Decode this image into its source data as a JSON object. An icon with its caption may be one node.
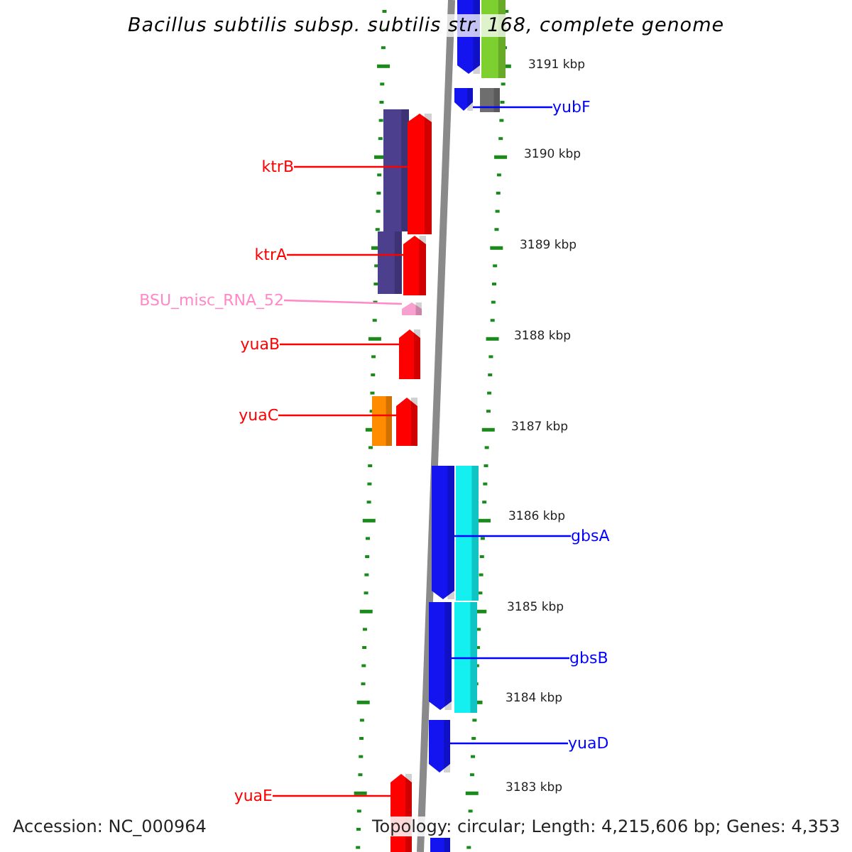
{
  "diagram": {
    "title": "Bacillus subtilis subsp. subtilis str. 168, complete genome",
    "nodes": [
      {
        "text": [],
        "shape": "bar"
      },
      {
        "text": [],
        "shape": "bar"
      },
      {
        "text": [],
        "shape": "bar"
      },
      {
        "text": [],
        "shape": "bar"
      },
      {
        "text": [
          "yubF"
        ]
      },
      {
        "text": [
          "ktrB"
        ]
      },
      {
        "text": [],
        "shape": "bar"
      },
      {
        "text": [],
        "shape": "bar"
      },
      {
        "text": [],
        "shape": "bar"
      },
      {
        "text": [
          "ktrA"
        ]
      },
      {
        "text": [],
        "shape": "bar"
      },
      {
        "text": [
          "BSU_misc_RNA_52"
        ]
      },
      {
        "text": [],
        "shape": "bar"
      },
      {
        "text": [
          "yuaB"
        ]
      },
      {
        "text": [],
        "shape": "bar"
      },
      {
        "text": [
          "yuaC"
        ]
      },
      {
        "text": [],
        "shape": "bar"
      },
      {
        "text": [],
        "shape": "bar"
      },
      {
        "text": [],
        "shape": "bar"
      },
      {
        "text": [],
        "shape": "bar"
      },
      {
        "text": [
          "gbsA"
        ]
      },
      {
        "text": [],
        "shape": "bar"
      },
      {
        "text": [],
        "shape": "bar"
      },
      {
        "text": [
          "gbsB"
        ]
      },
      {
        "text": [],
        "shape": "bar"
      },
      {
        "text": [
          "yuaD"
        ]
      },
      {
        "text": [
          "yuaE"
        ]
      },
      {
        "text": [],
        "shape": "bar"
      },
      {
        "text": [],
        "shape": "bar"
      }
    ],
    "edges": [
      {
        "from": 4,
        "to": 2,
        "arrow": "none",
        "color": "#0000ff"
      },
      {
        "from": 5,
        "to": 7,
        "arrow": "none"
      },
      {
        "from": 9,
        "to": 10,
        "arrow": "none"
      },
      {
        "from": 11,
        "to": 12,
        "arrow": "none",
        "color": "#ff88c8"
      },
      {
        "from": 13,
        "to": 14,
        "arrow": "none"
      },
      {
        "from": 15,
        "to": 17,
        "arrow": "none"
      },
      {
        "from": 20,
        "to": 18,
        "arrow": "none",
        "color": "#0000ff"
      },
      {
        "from": 23,
        "to": 21,
        "arrow": "none",
        "color": "#0000ff"
      },
      {
        "from": 25,
        "to": 24,
        "arrow": "none",
        "color": "#0000ff"
      },
      {
        "from": 26,
        "to": 27,
        "arrow": "none"
      }
    ],
    "labels": [
      "3191 kbp",
      "3190 kbp",
      "3189 kbp",
      "3188 kbp",
      "3187 kbp",
      "3186 kbp",
      "3185 kbp",
      "3184 kbp",
      "3183 kbp",
      "Accession: NC_000964",
      "Topology: circular; Length: 4,215,606 bp; Genes: 4,353"
    ]
  }
}
